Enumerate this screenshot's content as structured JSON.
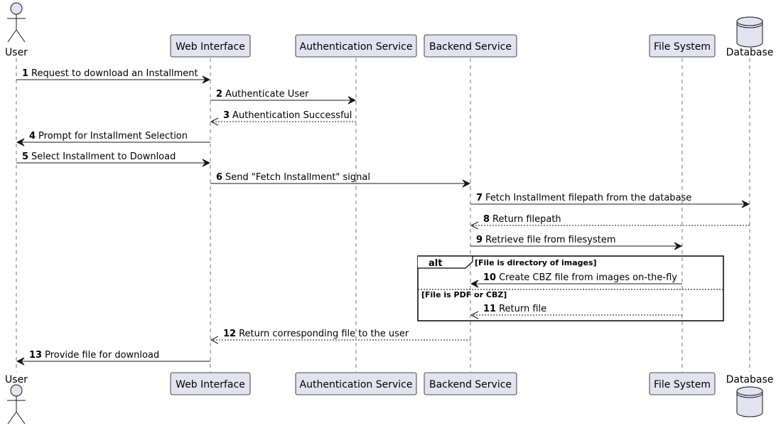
{
  "participants": [
    {
      "id": "user",
      "label": "User",
      "kind": "actor"
    },
    {
      "id": "web",
      "label": "Web Interface",
      "kind": "participant"
    },
    {
      "id": "auth",
      "label": "Authentication Service",
      "kind": "participant"
    },
    {
      "id": "backend",
      "label": "Backend Service",
      "kind": "participant"
    },
    {
      "id": "fs",
      "label": "File System",
      "kind": "participant"
    },
    {
      "id": "db",
      "label": "Database",
      "kind": "database"
    }
  ],
  "messages": [
    {
      "num": "1",
      "text": "Request to download an Installment",
      "from": "user",
      "to": "web",
      "style": "solid"
    },
    {
      "num": "2",
      "text": "Authenticate User",
      "from": "web",
      "to": "auth",
      "style": "solid"
    },
    {
      "num": "3",
      "text": "Authentication Successful",
      "from": "auth",
      "to": "web",
      "style": "dashed"
    },
    {
      "num": "4",
      "text": "Prompt for Installment Selection",
      "from": "web",
      "to": "user",
      "style": "solid"
    },
    {
      "num": "5",
      "text": "Select Installment to Download",
      "from": "user",
      "to": "web",
      "style": "solid"
    },
    {
      "num": "6",
      "text": "Send \"Fetch Installment\" signal",
      "from": "web",
      "to": "backend",
      "style": "solid"
    },
    {
      "num": "7",
      "text": "Fetch Installment filepath from the database",
      "from": "backend",
      "to": "db",
      "style": "solid"
    },
    {
      "num": "8",
      "text": "Return filepath",
      "from": "db",
      "to": "backend",
      "style": "dashed"
    },
    {
      "num": "9",
      "text": "Retrieve file from filesystem",
      "from": "backend",
      "to": "fs",
      "style": "solid"
    },
    {
      "num": "10",
      "text": "Create CBZ file from images on-the-fly",
      "from": "fs",
      "to": "backend",
      "style": "solid"
    },
    {
      "num": "11",
      "text": "Return file",
      "from": "fs",
      "to": "backend",
      "style": "dashed"
    },
    {
      "num": "12",
      "text": "Return corresponding file to the user",
      "from": "backend",
      "to": "web",
      "style": "dashed"
    },
    {
      "num": "13",
      "text": "Provide file for download",
      "from": "web",
      "to": "user",
      "style": "solid"
    }
  ],
  "fragment": {
    "keyword": "alt",
    "conditions": [
      "[File is directory of images]",
      "[File is PDF or CBZ]"
    ]
  },
  "colors": {
    "participant_fill": "#E2E2F0",
    "stroke": "#181818"
  }
}
